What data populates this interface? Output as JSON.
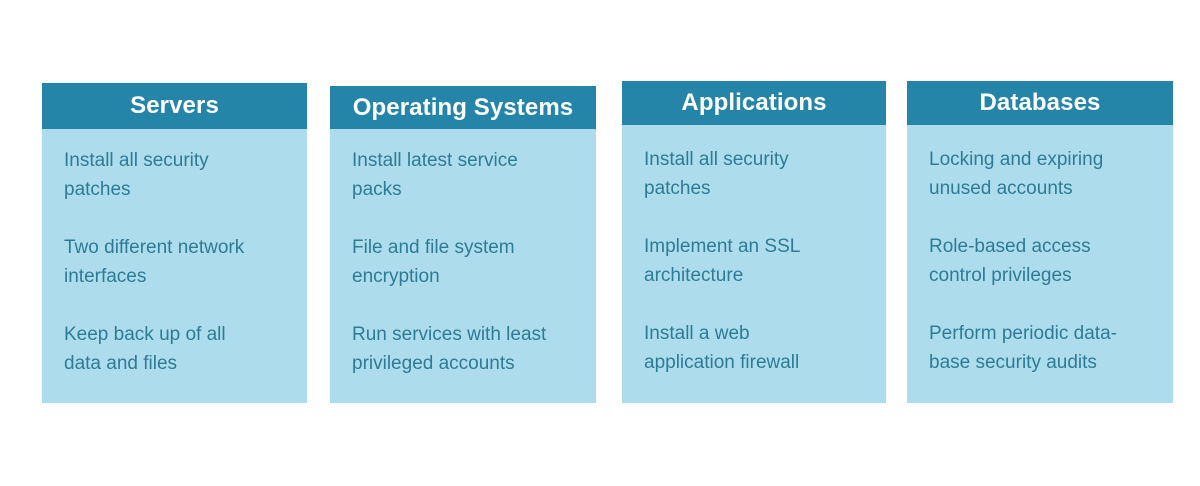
{
  "accent_colors": {
    "header_bg": "#2585a8",
    "card_bg": "#addded",
    "header_text": "#ffffff",
    "body_text": "#2e7b96",
    "page_bg": "#ffffff"
  },
  "cards": [
    {
      "title": "Servers",
      "items": [
        "Install all security\npatches",
        "Two different network\ninterfaces",
        "Keep back up of all\ndata and files"
      ]
    },
    {
      "title": "Operating Systems",
      "items": [
        "Install latest service\npacks",
        "File and file system\nencryption",
        "Run services with least\nprivileged accounts"
      ]
    },
    {
      "title": "Applications",
      "items": [
        "Install all security\npatches",
        "Implement an SSL\narchitecture",
        "Install a web\napplication firewall"
      ]
    },
    {
      "title": "Databases",
      "items": [
        "Locking and expiring\nunused accounts",
        "Role-based access\ncontrol privileges",
        "Perform periodic data-\nbase security audits"
      ]
    }
  ]
}
